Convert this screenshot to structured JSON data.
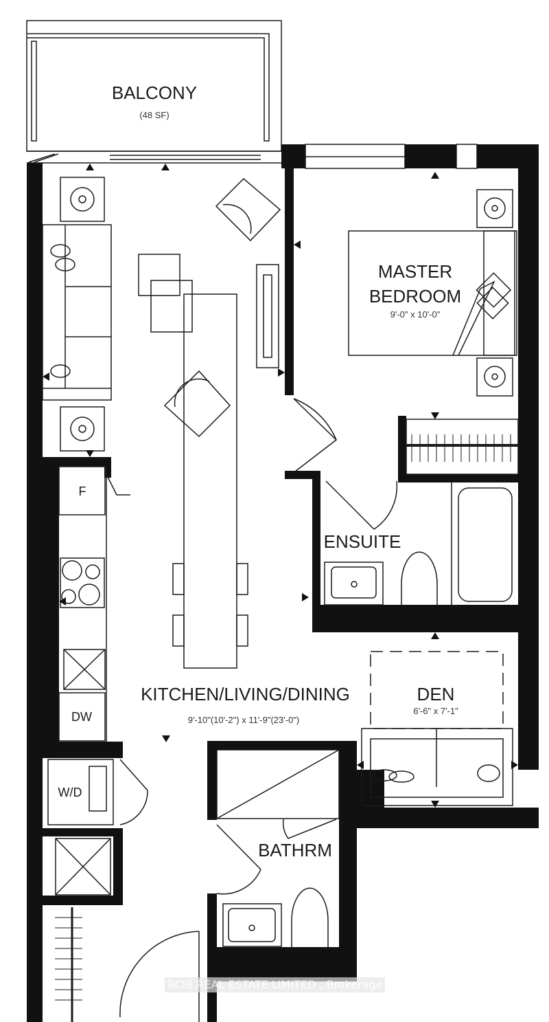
{
  "floorplan": {
    "rooms": {
      "balcony": {
        "name": "BALCONY",
        "area": "(48 SF)"
      },
      "master_bedroom": {
        "name_line1": "MASTER",
        "name_line2": "BEDROOM",
        "dimensions": "9'-0\" x 10'-0\""
      },
      "ensuite": {
        "name": "ENSUITE"
      },
      "kitchen_living_dining": {
        "name": "KITCHEN/LIVING/DINING",
        "dimensions": "9'-10\"(10'-2\") x 11'-9\"(23'-0\")"
      },
      "den": {
        "name": "DEN",
        "dimensions": "6'-6\" x 7'-1\""
      },
      "bathroom": {
        "name": "BATHRM"
      }
    },
    "appliances": {
      "fridge": "F",
      "dishwasher": "DW",
      "washer_dryer": "W/D"
    },
    "colors": {
      "wall": "#111111",
      "line": "#1a1a1a",
      "background": "#ffffff"
    }
  },
  "watermark": {
    "text": "RCIB REAL ESTATE LIMITED , Brokerage"
  }
}
